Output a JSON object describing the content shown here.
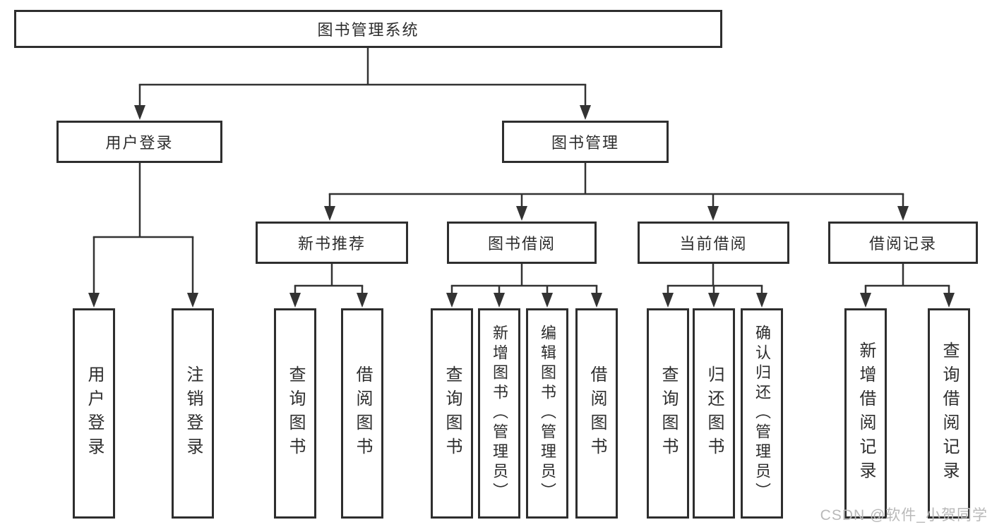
{
  "diagram": {
    "root": {
      "label": "图书管理系统"
    },
    "level2": {
      "user_login": {
        "label": "用户登录"
      },
      "book_management": {
        "label": "图书管理"
      }
    },
    "level3": {
      "new_book_recommend": {
        "label": "新书推荐"
      },
      "book_borrow": {
        "label": "图书借阅"
      },
      "current_borrow": {
        "label": "当前借阅"
      },
      "borrow_records": {
        "label": "借阅记录"
      }
    },
    "children": {
      "user_login": [
        {
          "label": "用户登录"
        },
        {
          "label": "注销登录"
        }
      ],
      "new_book_recommend": [
        {
          "label": "查询图书"
        },
        {
          "label": "借阅图书"
        }
      ],
      "book_borrow": [
        {
          "label": "查询图书"
        },
        {
          "label": "新增图书（管理员）"
        },
        {
          "label": "编辑图书（管理员）"
        },
        {
          "label": "借阅图书"
        }
      ],
      "current_borrow": [
        {
          "label": "查询图书"
        },
        {
          "label": "归还图书"
        },
        {
          "label": "确认归还（管理员）"
        }
      ],
      "borrow_records": [
        {
          "label": "新增借阅记录"
        },
        {
          "label": "查询借阅记录"
        }
      ]
    }
  },
  "watermark": {
    "text": "CSDN @软件_小贺同学"
  },
  "colors": {
    "border": "#2e2e2e",
    "line": "#333333",
    "text": "#2d2d2d",
    "watermark": "#b9b9b9",
    "background": "#ffffff"
  }
}
